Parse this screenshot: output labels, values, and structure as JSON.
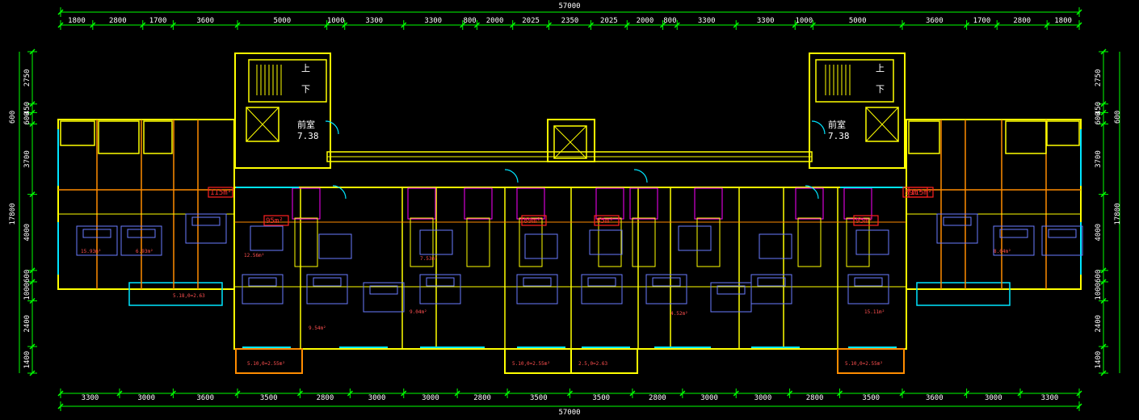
{
  "drawing": {
    "colors": {
      "background": "#000000",
      "dimension": "#00ff00",
      "wall_outer": "#ffff00",
      "wall_inner": "#ff8c00",
      "window": "#00e5ff",
      "furniture": "#6a7cff",
      "tag_fill": "#ff2020",
      "text": "#ffffff"
    },
    "top_total": "57000",
    "bottom_total": "57000",
    "top_dims": [
      "1800",
      "2800",
      "1700",
      "3600",
      "5000",
      "1000",
      "3300",
      "3300",
      "800",
      "2000",
      "2025",
      "2350",
      "2025",
      "2000",
      "800",
      "3300",
      "3300",
      "1000",
      "5000",
      "3600",
      "1700",
      "2800",
      "1800"
    ],
    "bottom_dims": [
      "3300",
      "3000",
      "3600",
      "3500",
      "2800",
      "3000",
      "3000",
      "2800",
      "3500",
      "3500",
      "2800",
      "3000",
      "3000",
      "2800",
      "3500",
      "3600",
      "3000",
      "3300"
    ],
    "left_dims": [
      "2750",
      "450",
      "600",
      "3700",
      "4000",
      "600",
      "1000",
      "2400",
      "1400"
    ],
    "left_total": "17800",
    "left_top": "600",
    "right_dims": [
      "2750",
      "450",
      "600",
      "3700",
      "4000",
      "600",
      "1000",
      "2400",
      "1400"
    ],
    "right_total": "17800",
    "right_top": "600",
    "lobby_labels": [
      "前室",
      "7.38"
    ],
    "stair_labels": [
      "上",
      "下"
    ],
    "unit_tags": [
      "115m²",
      "95m²",
      "89m²",
      "85m²",
      "95m²",
      "89m²",
      "115m²"
    ],
    "area_labels": [
      "15.93m²",
      "6.93m²",
      "12.56m²",
      "7.53m²",
      "9.54m²",
      "9.04m²",
      "4.52m²",
      "15.11m²",
      "8.04m²"
    ],
    "balcony_labels": [
      "5.10,0=2.55m²",
      "5.10,0=2.55m²",
      "2.5,0=2.63",
      "5.10,0=2.55m²",
      "5.18,0=2.63"
    ]
  }
}
